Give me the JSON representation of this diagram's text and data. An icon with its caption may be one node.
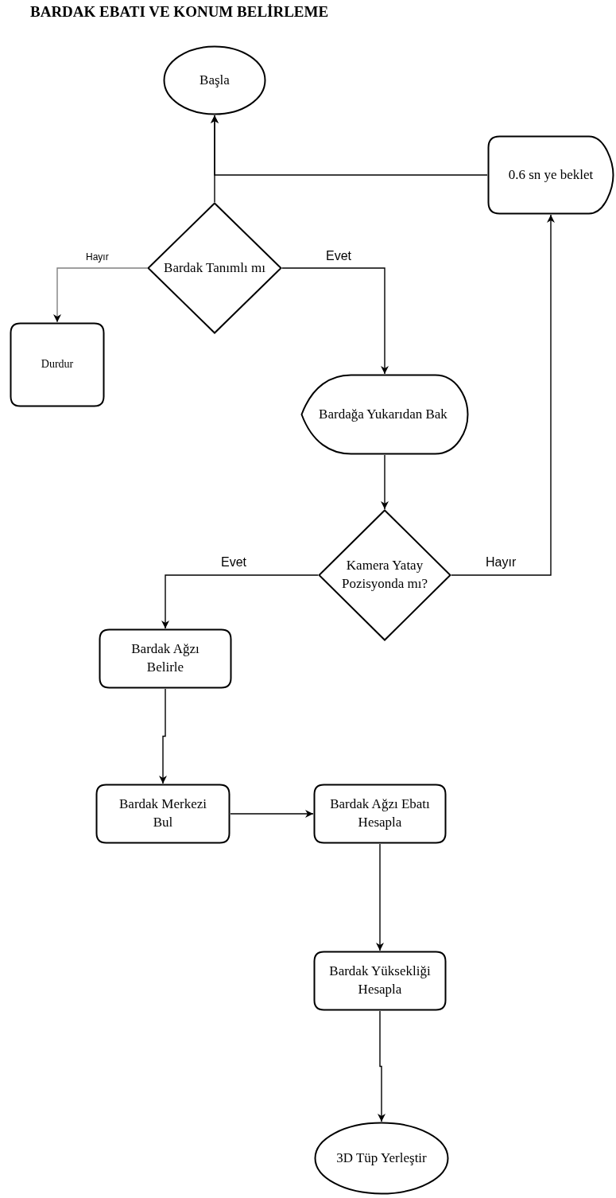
{
  "diagram": {
    "title": "BARDAK EBATI VE KONUM BELİRLEME",
    "nodes": [
      {
        "text": [
          "Başla"
        ]
      },
      {
        "text": [
          "0.6 sn ye beklet"
        ]
      },
      {
        "text": [
          "Bardak Tanımlı mı"
        ]
      },
      {
        "text": [
          "Durdur"
        ]
      },
      {
        "text": [
          "Bardağa Yukarıdan Bak"
        ]
      },
      {
        "text": [
          "Kamera Yatay Pozisyonda mı?"
        ]
      },
      {
        "text": [
          "Bardak Ağzı Belirle"
        ]
      },
      {
        "text": [
          "Bardak Merkezi Bul"
        ]
      },
      {
        "text": [
          "Bardak Ağzı Ebatı Hesapla"
        ]
      },
      {
        "text": [
          "Bardak Yüksekliği Hesapla"
        ]
      },
      {
        "text": [
          "3D Tüp Yerleştir"
        ]
      }
    ],
    "edges": [
      {
        "from": 2,
        "to": 0,
        "arrow": "to"
      },
      {
        "from": 1,
        "to": 0,
        "arrow": "to"
      },
      {
        "from": 2,
        "to": 3,
        "arrow": "to",
        "label": "Hayır",
        "color": "#808080"
      },
      {
        "from": 2,
        "to": 4,
        "arrow": "to",
        "label": "Evet"
      },
      {
        "from": 4,
        "to": 5,
        "arrow": "to"
      },
      {
        "from": 5,
        "to": 1,
        "arrow": "to",
        "label": "Hayır"
      },
      {
        "from": 5,
        "to": 6,
        "arrow": "to",
        "label": "Evet"
      },
      {
        "from": 6,
        "to": 7,
        "arrow": "to"
      },
      {
        "from": 7,
        "to": 8,
        "arrow": "to"
      },
      {
        "from": 8,
        "to": 9,
        "arrow": "to"
      },
      {
        "from": 9,
        "to": 10,
        "arrow": "to"
      }
    ]
  }
}
